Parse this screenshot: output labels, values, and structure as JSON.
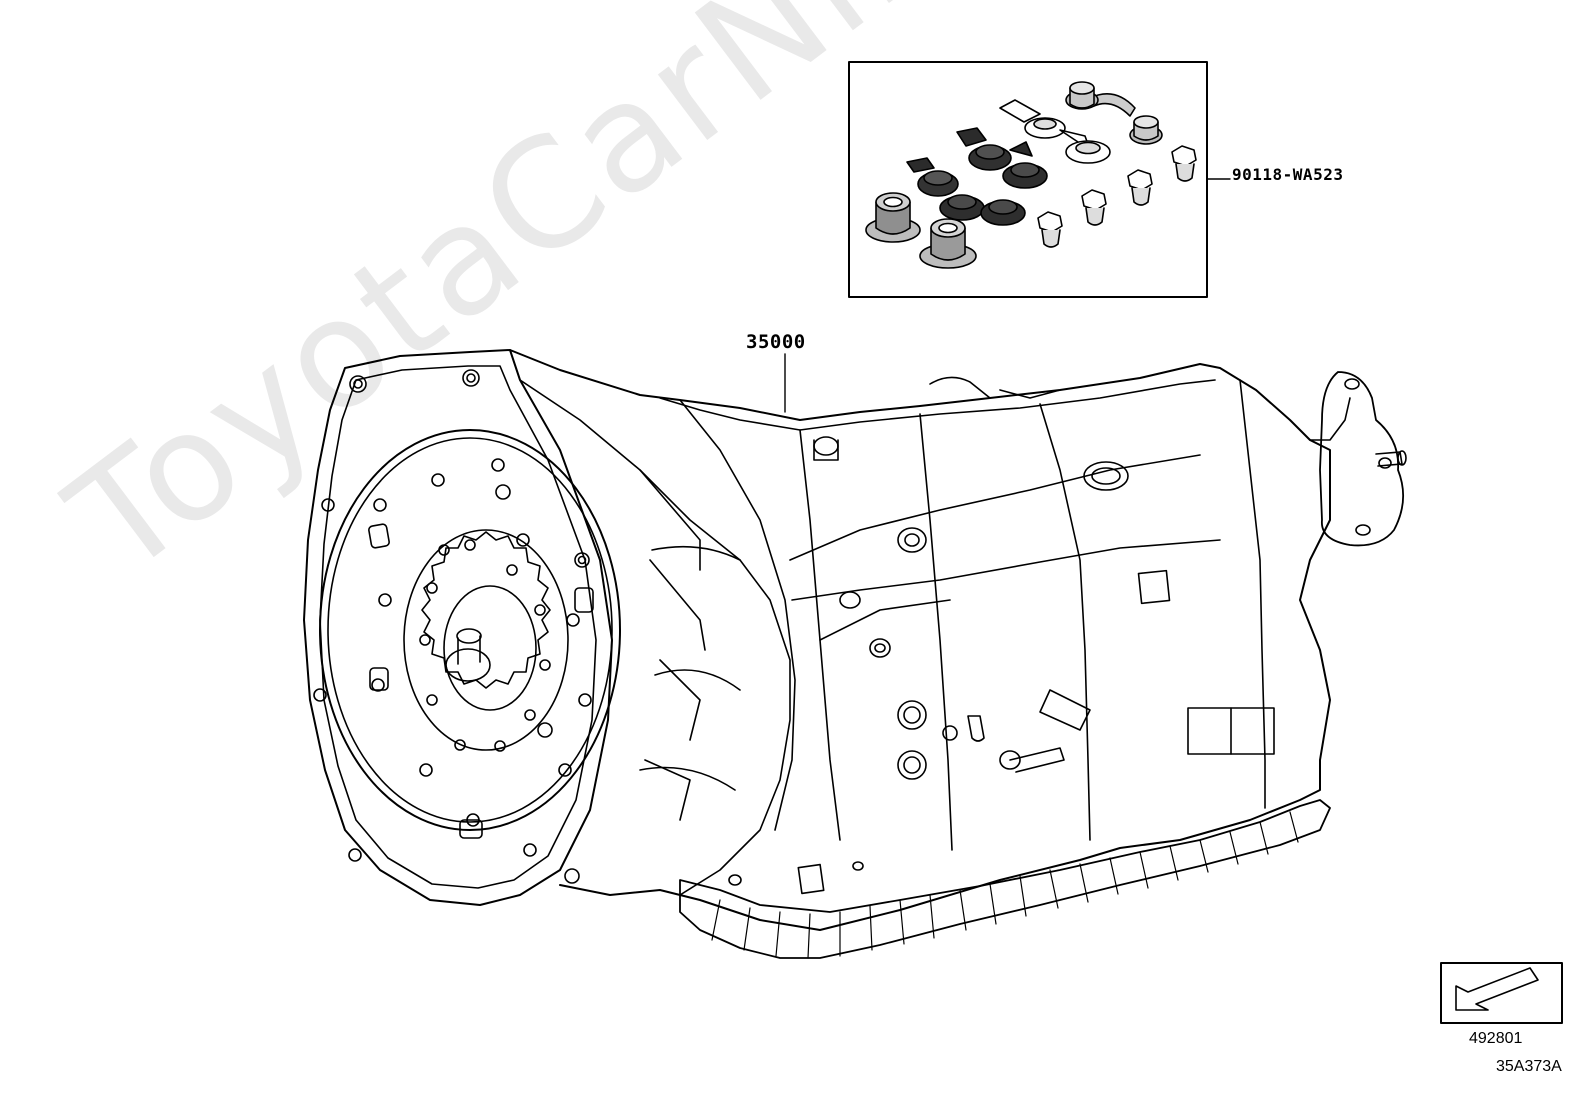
{
  "watermark": {
    "text": "ToyotaCarNine.ru"
  },
  "callouts": {
    "assembly_part_number": "35000",
    "plug_kit_part_number": "90118-WA523"
  },
  "footer": {
    "illustration_number": "492801",
    "diagram_code": "35A373A"
  },
  "colors": {
    "line": "#000000",
    "dark_part": "#333333",
    "mid_part": "#9a9a9a",
    "watermark": "#e9e9e9"
  },
  "icons": {
    "direction_indicator": "front-direction-arrow-icon"
  }
}
